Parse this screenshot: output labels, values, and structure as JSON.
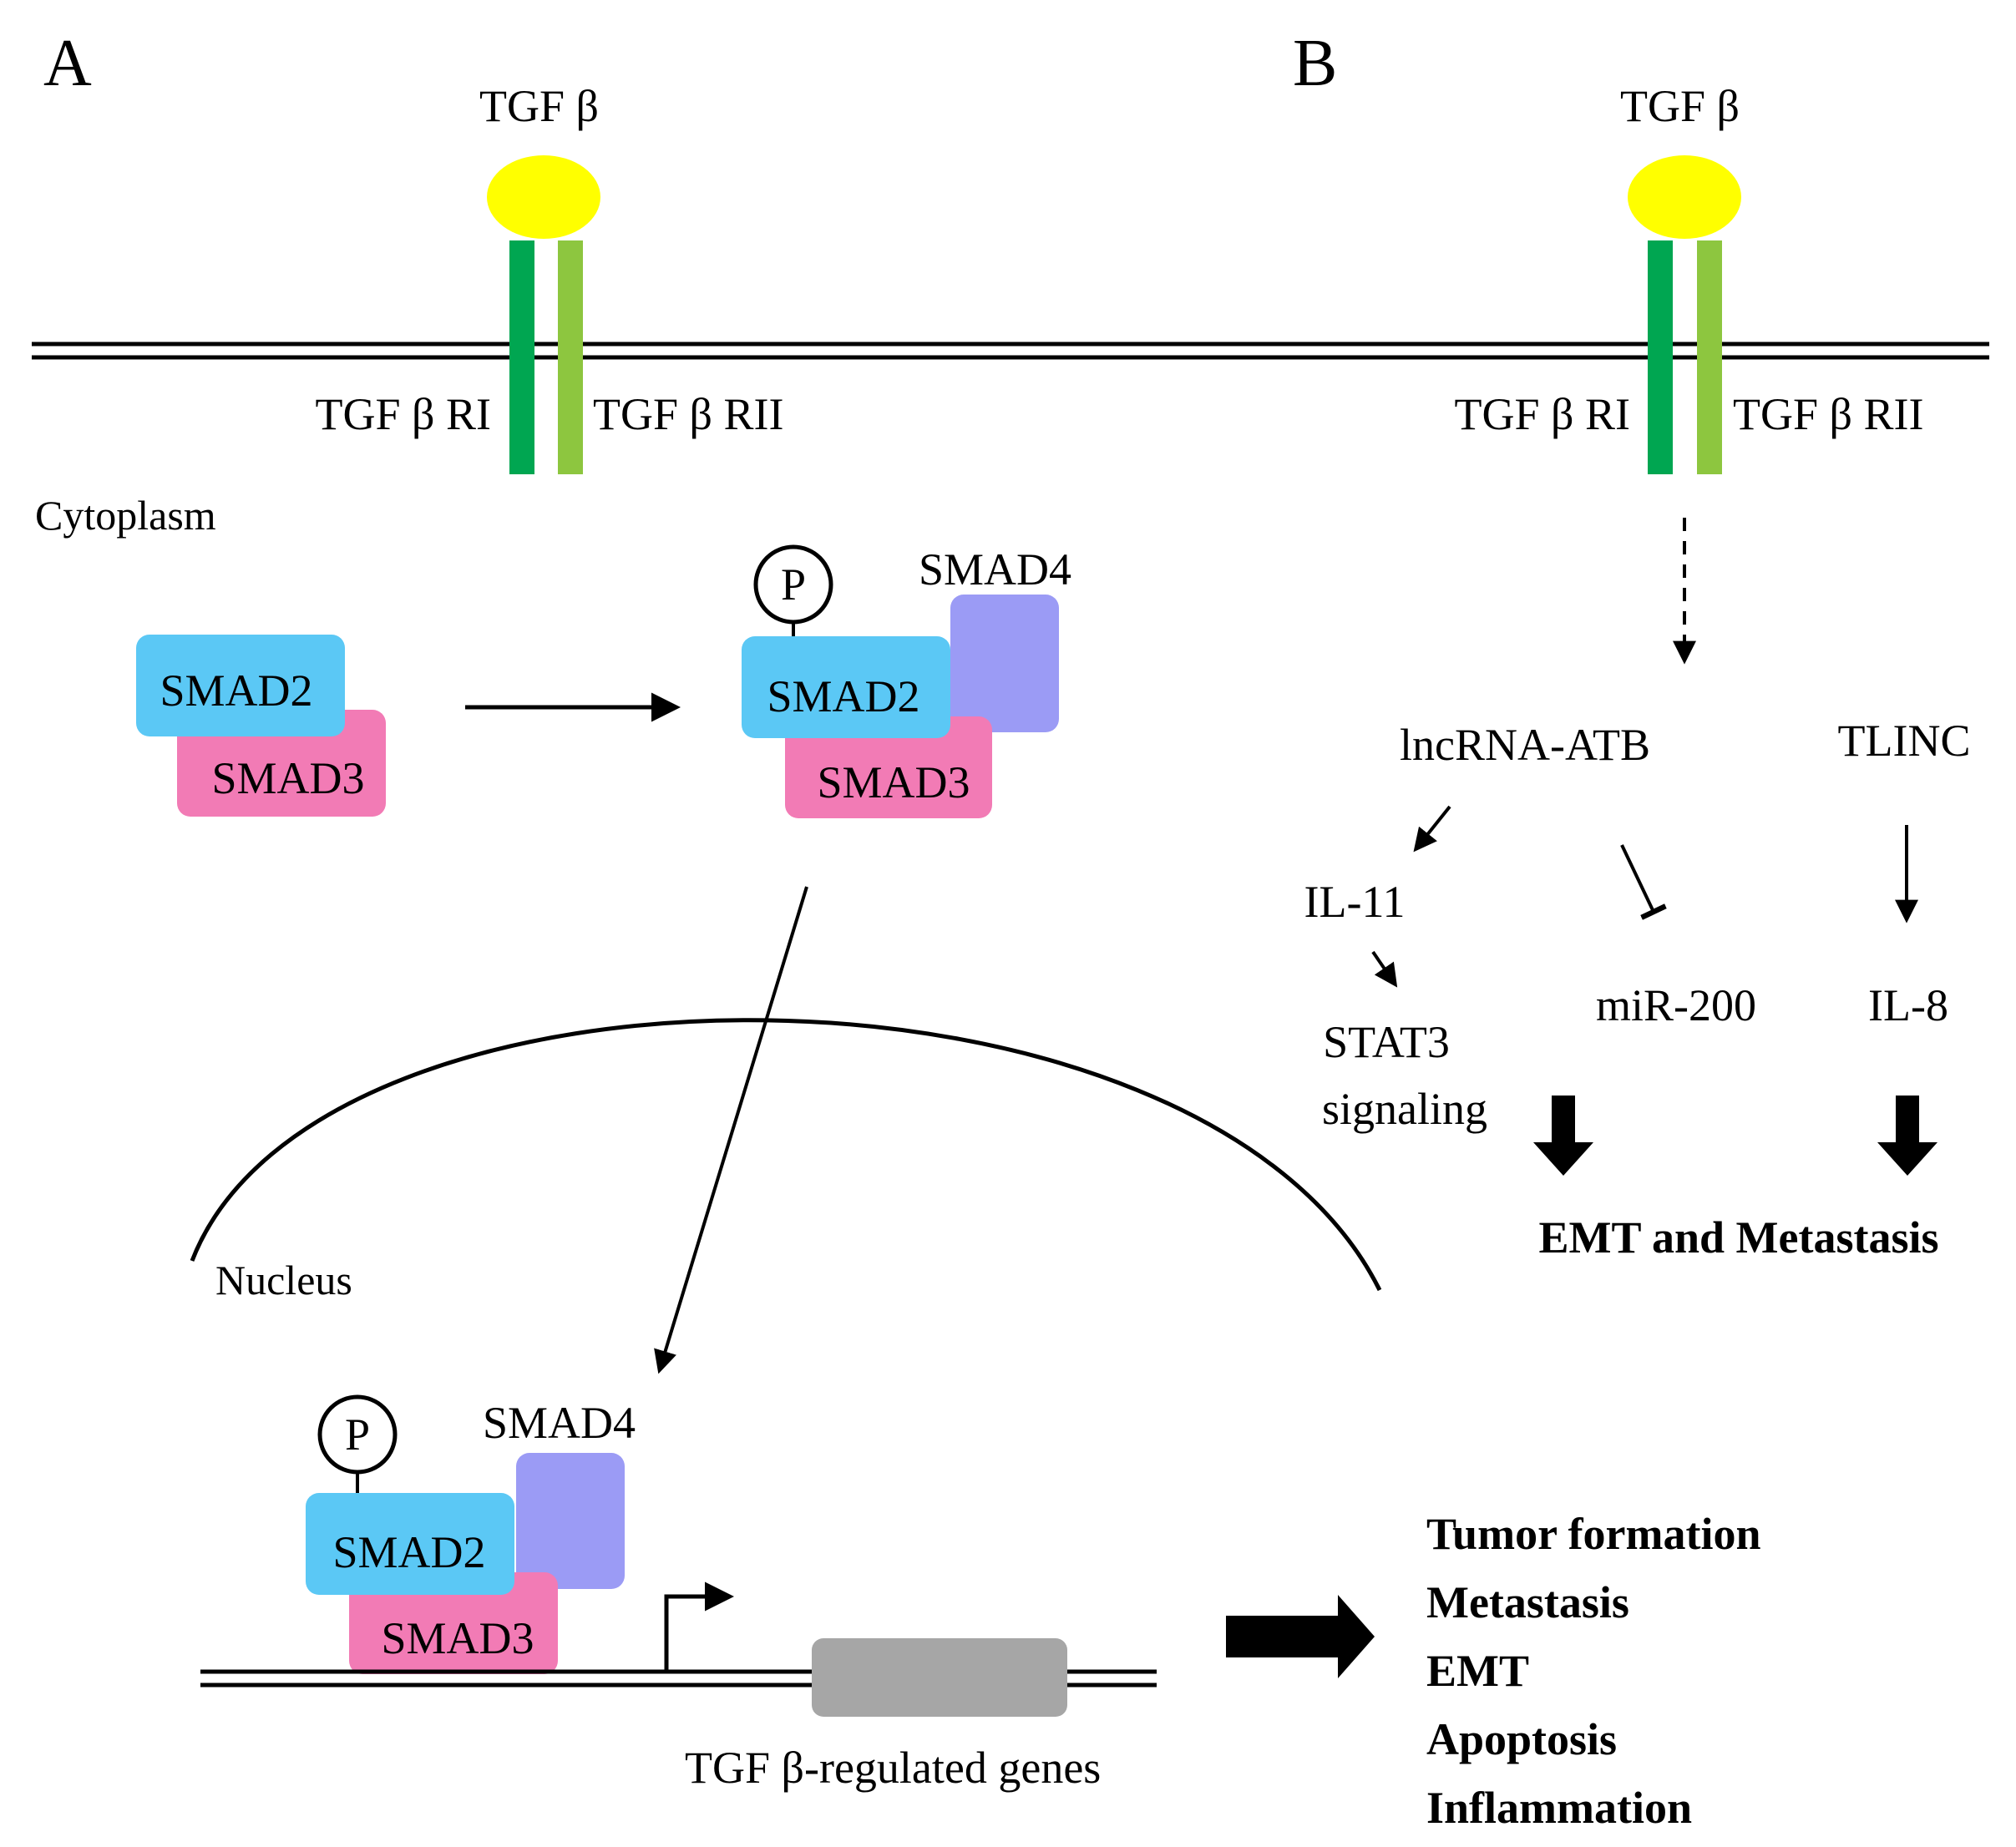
{
  "panel_a": {
    "letter": "A",
    "ligand": "TGF β",
    "receptor_1": "TGF β RI",
    "receptor_2": "TGF β RII",
    "cytoplasm": "Cytoplasm",
    "nucleus": "Nucleus",
    "smad2": "SMAD2",
    "smad3": "SMAD3",
    "smad4": "SMAD4",
    "phospho": "P",
    "genes": "TGF β-regulated genes",
    "outcomes": [
      "Tumor formation",
      "Metastasis",
      "EMT",
      "Apoptosis",
      "Inflammation"
    ]
  },
  "panel_b": {
    "letter": "B",
    "ligand": "TGF β",
    "receptor_1": "TGF β RI",
    "receptor_2": "TGF β RII",
    "lncrna_atb": "lncRNA-ATB",
    "tlinc": "TLINC",
    "il11": "IL-11",
    "stat3_line1": "STAT3",
    "stat3_line2": "signaling",
    "mir200": "miR-200",
    "il8": "IL-8",
    "result": "EMT and Metastasis"
  },
  "colors": {
    "ligand": "#ffff00",
    "receptor_1": "#00a651",
    "receptor_2": "#8dc63f",
    "smad2": "#5bc8f5",
    "smad3": "#f27bb5",
    "smad4": "#9b9bf5",
    "gene": "#a6a6a6"
  }
}
